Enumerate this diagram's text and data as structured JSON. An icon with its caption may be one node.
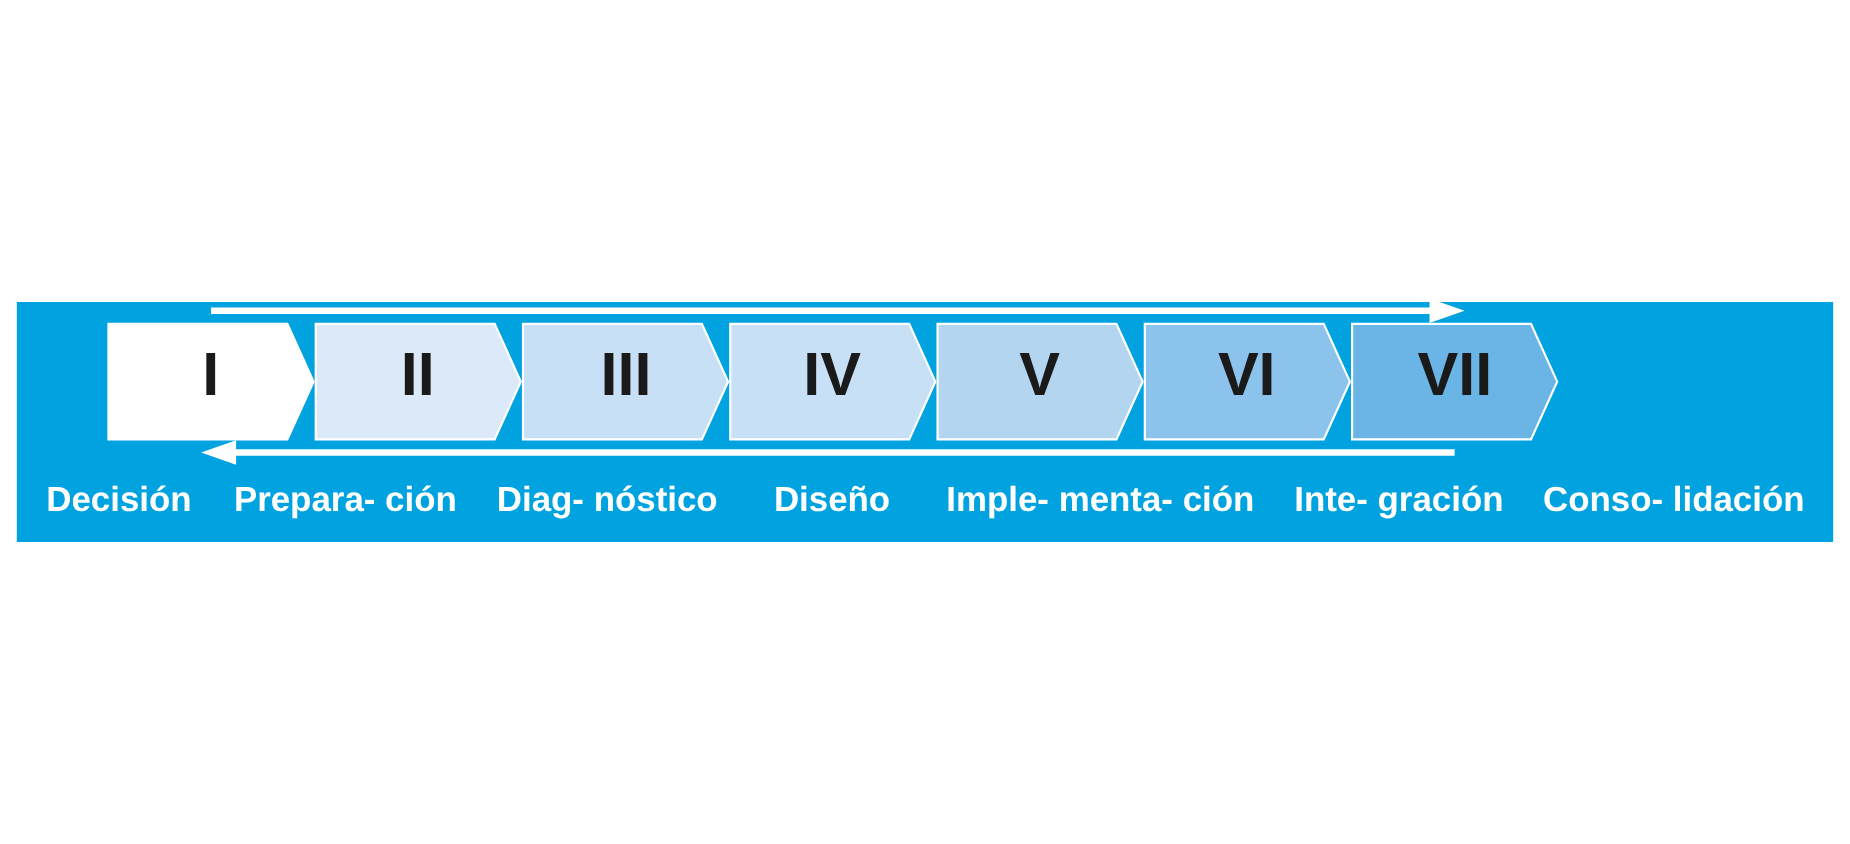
{
  "diagram": {
    "nodes": [
      {
        "text": [
          "I"
        ],
        "beside": [
          "Decisión"
        ]
      },
      {
        "text": [
          "II"
        ],
        "beside": [
          "Prepara- ción"
        ]
      },
      {
        "text": [
          "III"
        ],
        "beside": [
          "Diag- nóstico"
        ]
      },
      {
        "text": [
          "IV"
        ],
        "beside": [
          "Diseño"
        ]
      },
      {
        "text": [
          "V"
        ],
        "beside": [
          "Imple- menta- ción"
        ]
      },
      {
        "text": [
          "VI"
        ],
        "beside": [
          "Inte- gración"
        ]
      },
      {
        "text": [
          "VII"
        ],
        "beside": [
          "Conso- lidación"
        ]
      }
    ],
    "edges": [
      {
        "from": 0,
        "to": 6,
        "arrow": "to"
      },
      {
        "from": 6,
        "to": 0,
        "arrow": "to"
      }
    ]
  }
}
